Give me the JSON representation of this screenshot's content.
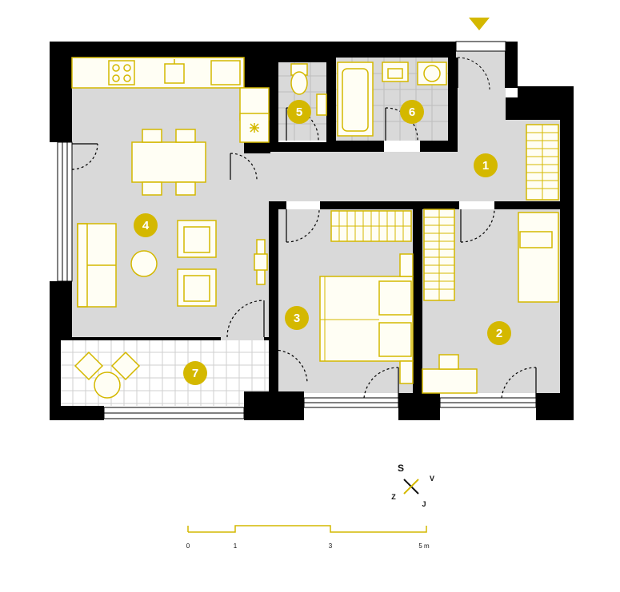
{
  "rooms": [
    {
      "id": "hall",
      "number": "1"
    },
    {
      "id": "bedroom-small",
      "number": "2"
    },
    {
      "id": "bedroom-master",
      "number": "3"
    },
    {
      "id": "living-kitchen",
      "number": "4"
    },
    {
      "id": "wc",
      "number": "5"
    },
    {
      "id": "bathroom",
      "number": "6"
    },
    {
      "id": "loggia",
      "number": "7"
    }
  ],
  "compass": {
    "north": "S",
    "east": "V",
    "south": "J",
    "west": "Z"
  },
  "scale": {
    "labels": [
      "0",
      "1",
      "3",
      "5 m"
    ]
  },
  "colors": {
    "accent": "#d4b800",
    "wall": "#000000",
    "floor": "#d9d9d9",
    "furniture_fill": "#fffef4"
  }
}
